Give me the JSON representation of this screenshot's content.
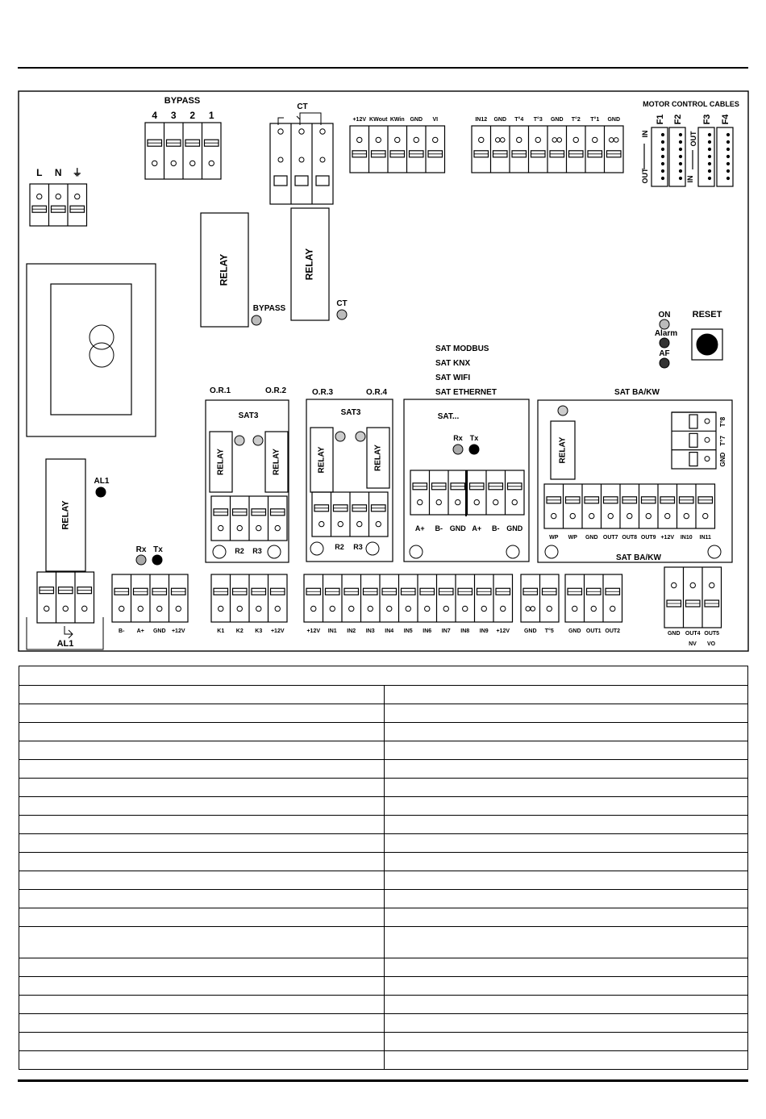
{
  "bypass": {
    "title": "BYPASS",
    "numbers": [
      "4",
      "3",
      "2",
      "1"
    ]
  },
  "ct": {
    "title": "CT",
    "led": "CT"
  },
  "power": [
    "L",
    "N",
    "⏚"
  ],
  "relay_label": "RELAY",
  "bypass_led": "BYPASS",
  "top_terminals": [
    "+12V",
    "KWout",
    "KWin",
    "GND",
    "VI"
  ],
  "sensor_terminals": [
    "IN12",
    "GND",
    "T°4",
    "T°3",
    "GND",
    "T°2",
    "T°1",
    "GND"
  ],
  "motor": {
    "title": "MOTOR CONTROL CABLES",
    "fans": [
      "F1",
      "F2",
      "F3",
      "F4"
    ],
    "out": "OUT",
    "in": "IN"
  },
  "status": {
    "on": "ON",
    "alarm": "Alarm",
    "af": "AF",
    "reset": "RESET"
  },
  "sat_list": [
    "SAT MODBUS",
    "SAT KNX",
    "SAT WIFI",
    "SAT ETHERNET"
  ],
  "sat3_a": {
    "or1": "O.R.1",
    "or2": "O.R.2",
    "title": "SAT3",
    "r2": "R2",
    "r3": "R3"
  },
  "sat3_b": {
    "or3": "O.R.3",
    "or4": "O.R.4",
    "title": "SAT3",
    "r2": "R2",
    "r3": "R3"
  },
  "sat_dots": {
    "title": "SAT...",
    "rx": "Rx",
    "tx": "Tx",
    "terms": [
      "A+",
      "B-",
      "GND",
      "A+",
      "B-",
      "GND"
    ]
  },
  "sat_bakw": {
    "title": "SAT BA/KW",
    "terms": [
      "WP",
      "WP",
      "GND",
      "OUT7",
      "OUT8",
      "OUT9",
      "+12V",
      "IN10",
      "IN11"
    ],
    "temps": [
      "T°8",
      "T°7",
      "GND"
    ]
  },
  "al1": "AL1",
  "rxtx": {
    "rx": "Rx",
    "tx": "Tx"
  },
  "bus_terms": [
    "B-",
    "A+",
    "GND",
    "+12V"
  ],
  "k_terms": [
    "K1",
    "K2",
    "K3",
    "+12V"
  ],
  "in_terms": [
    "+12V",
    "IN1",
    "IN2",
    "IN3",
    "IN4",
    "IN5",
    "IN6",
    "IN7",
    "IN8",
    "IN9",
    "+12V"
  ],
  "t5_terms": [
    "GND",
    "T°5"
  ],
  "out_terms": [
    "GND",
    "OUT1",
    "OUT2"
  ],
  "out_right": {
    "terms": [
      "GND",
      "OUT4",
      "OUT5"
    ],
    "sub": [
      "NV",
      "VO"
    ]
  }
}
